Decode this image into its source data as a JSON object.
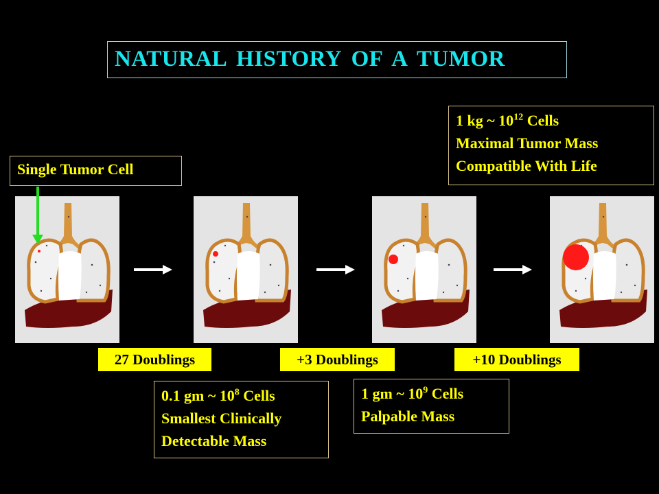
{
  "title": "NATURAL  HISTORY  OF  A  TUMOR",
  "single_cell_label": "Single Tumor Cell",
  "max_mass": {
    "line1_prefix": "1 kg  ~ 10",
    "line1_exp": "12",
    "line1_suffix": " Cells",
    "line2": "Maximal Tumor Mass",
    "line3": "Compatible With Life"
  },
  "detectable_mass": {
    "line1_prefix": "0.1 gm  ~ 10",
    "line1_exp": "8",
    "line1_suffix": " Cells",
    "line2": "Smallest Clinically",
    "line3": "Detectable Mass"
  },
  "palpable_mass": {
    "line1_prefix": "1 gm  ~ 10",
    "line1_exp": "9",
    "line1_suffix": " Cells",
    "line2": "Palpable Mass"
  },
  "doublings": [
    "27 Doublings",
    "+3 Doublings",
    "+10 Doublings"
  ],
  "colors": {
    "background": "#000000",
    "title_text": "#19e6ec",
    "caption_text": "#ffff00",
    "label_fill": "#ffff00",
    "tumor": "#ff1a1a",
    "liver": "#6b0b0b",
    "airway": "#d6953c",
    "pointer": "#22dd22"
  }
}
